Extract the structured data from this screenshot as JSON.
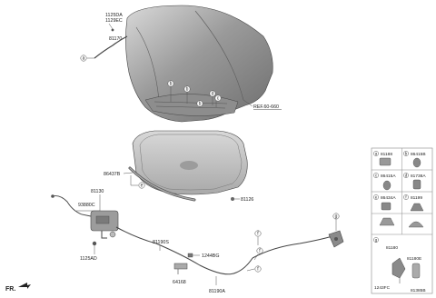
{
  "labels": {
    "p1125da": "1125DA",
    "p1129ec": "1129EC",
    "p81170": "81170",
    "ref": "REF.60-660",
    "p81125": "81125",
    "p86437b": "86437B",
    "p81130": "81130",
    "p93880c": "93880C",
    "p81126": "81126",
    "p1125ad": "1125AD",
    "p81190s": "81190S",
    "p1244bg": "1244BG",
    "p64168": "64168",
    "p81190a": "81190A",
    "fr": "FR."
  },
  "callouts": {
    "a": "a",
    "b": "b",
    "c": "c",
    "d": "d",
    "e": "e",
    "f": "f",
    "g": "g"
  },
  "legend": [
    {
      "letter": "a",
      "part": "81188"
    },
    {
      "letter": "b",
      "part": "86415B"
    },
    {
      "letter": "c",
      "part": "86415A"
    },
    {
      "letter": "d",
      "part": "81738A"
    },
    {
      "letter": "e",
      "part": "86434A"
    },
    {
      "letter": "f",
      "part": "81199"
    },
    {
      "letter": "g",
      "part": "81180"
    }
  ],
  "legend_g_extra": {
    "p81180e": "81180E",
    "p1243fc": "1243FC",
    "p81385b": "81385B"
  },
  "colors": {
    "hood_dark": "#7a7a7a",
    "hood_light": "#cfcfcf",
    "insulator": "#c8c8c8",
    "line": "#444444"
  }
}
